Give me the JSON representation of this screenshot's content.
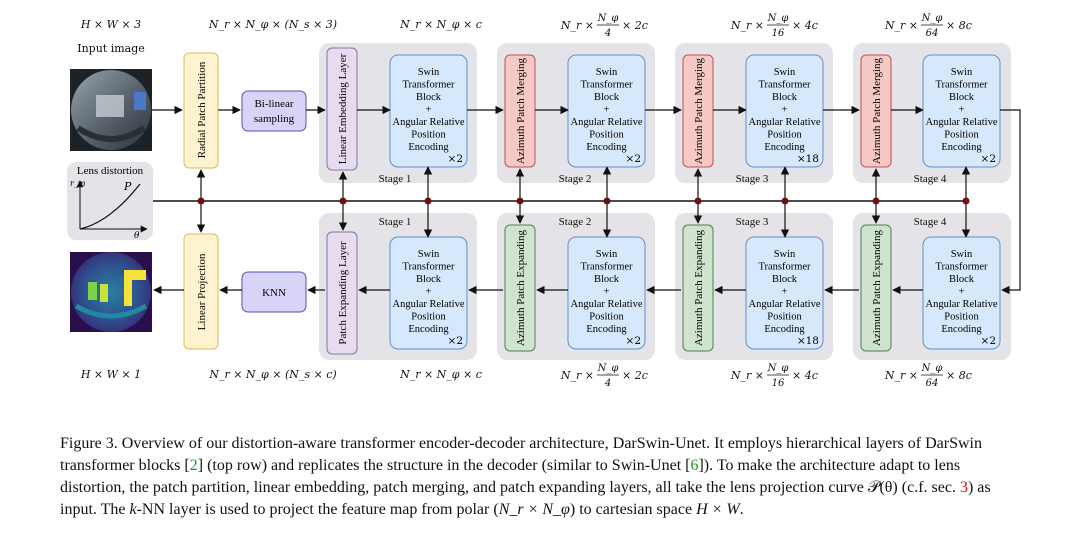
{
  "dims": {
    "input_image": "H × W × 3",
    "input_image_label": "Input image",
    "radial_out": "N_r × N_φ × (N_s × 3)",
    "embed_out": "N_r × N_φ × c",
    "stage2_top": [
      "N_r ×",
      "N_φ",
      "4",
      "× 2c"
    ],
    "stage3_top": [
      "N_r ×",
      "N_φ",
      "16",
      "× 4c"
    ],
    "stage4_top": [
      "N_r ×",
      "N_φ",
      "64",
      "× 8c"
    ],
    "output": "H × W × 1",
    "knn_out": "N_r × N_φ × (N_s × c)",
    "dec_out": "N_r × N_φ × c",
    "stage2_bot": [
      "N_r ×",
      "N_φ",
      "4",
      "× 2c"
    ],
    "stage3_bot": [
      "N_r ×",
      "N_φ",
      "16",
      "× 4c"
    ],
    "stage4_bot": [
      "N_r ×",
      "N_φ",
      "64",
      "× 8c"
    ]
  },
  "blocks": {
    "radial_patch_partition": "Radial Patch Partition",
    "bilinear": [
      "Bi-linear",
      "sampling"
    ],
    "linear_embedding": "Linear Embedding Layer",
    "azimuth_merging": "Azimuth Patch Merging",
    "linear_projection": "Linear Projection",
    "knn": "KNN",
    "patch_expanding": "Patch Expanding Layer",
    "azimuth_expanding": "Azimuth Patch Expanding",
    "swin_lines": [
      "Swin",
      "Transformer",
      "Block",
      "+",
      "Angular Relative",
      "Position",
      "Encoding"
    ]
  },
  "stages": {
    "enc": [
      {
        "label": "Stage 1",
        "repeat": "×2"
      },
      {
        "label": "Stage 2",
        "repeat": "×2"
      },
      {
        "label": "Stage 3",
        "repeat": "×18"
      },
      {
        "label": "Stage 4",
        "repeat": "×2"
      }
    ],
    "dec": [
      {
        "label": "Stage 1",
        "repeat": "×2"
      },
      {
        "label": "Stage 2",
        "repeat": "×2"
      },
      {
        "label": "Stage 3",
        "repeat": "×18"
      },
      {
        "label": "Stage 4",
        "repeat": "×2"
      }
    ]
  },
  "lens": {
    "title": "Lens distortion",
    "curve_label": "P",
    "y_axis": "r_m",
    "x_axis": "θ"
  },
  "caption": {
    "p1": "Figure 3. Overview of our distortion-aware transformer encoder-decoder architecture, DarSwin-Unet. It employs hierarchical layers of DarSwin transformer blocks [",
    "r1": "2",
    "p2": "] (top row) and replicates the structure in the decoder (similar to Swin-Unet [",
    "r2": "6",
    "p3": "]). To make the architecture adapt to lens distortion, the patch partition, linear embedding, patch merging, and patch expanding layers, all take the lens projection curve ",
    "curve": "𝒫(θ)",
    "p4": " (c.f. sec. ",
    "r3": "3",
    "p5": ") as input. The ",
    "k": "k",
    "p6": "-NN layer is used to project the feature map from polar (",
    "polar": "N_r × N_φ",
    "p7": ") to cartesian space ",
    "cart": "H × W",
    "p8": "."
  },
  "colors": {
    "yellow_fill": "#fdf3cf",
    "yellow_stroke": "#d9b95a",
    "purple_fill": "#d8d4f7",
    "purple_stroke": "#5a4fb0",
    "lavender_fill": "#e6dbef",
    "lavender_stroke": "#8a74a6",
    "blue_fill": "#d6e8fb",
    "blue_stroke": "#5e8fcf",
    "red_fill": "#f6c9c5",
    "red_stroke": "#c0504d",
    "green_fill": "#cfe3cf",
    "green_stroke": "#4f7f4f",
    "stage_bg": "#e4e4e8",
    "node": "#6b1414"
  }
}
